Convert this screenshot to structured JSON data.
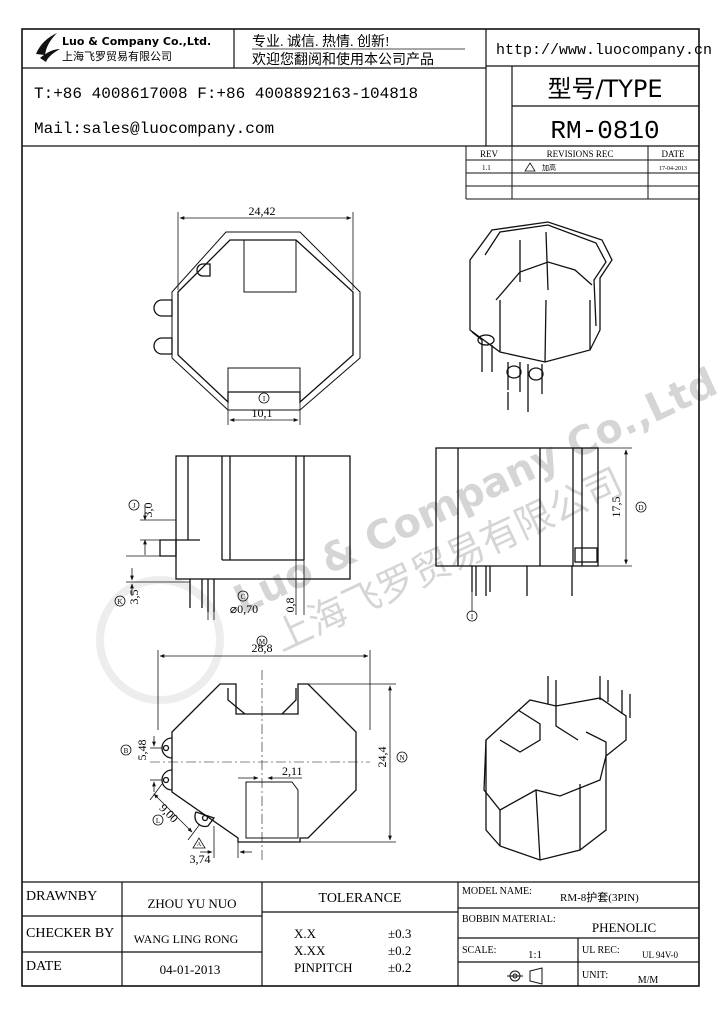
{
  "header": {
    "company_en": "Luo & Company Co.,Ltd.",
    "company_cn": "上海飞罗贸易有限公司",
    "slogan_line1": "专业. 诚信.  热情.  创新!",
    "slogan_line2": "欢迎您翻阅和使用本公司产品",
    "url": "http://www.luocompany.cn",
    "phone_fax": "T:+86 4008617008 F:+86 4008892163-104818",
    "mail": "Mail:sales@luocompany.com",
    "type_label": "型号/TYPE",
    "model": "RM-0810"
  },
  "revision": {
    "headers": [
      "REV",
      "REVISIONS REC",
      "DATE"
    ],
    "rows": [
      [
        "1.1",
        "加高",
        "17-04-2013"
      ]
    ]
  },
  "watermark": {
    "en": "Luo & Company Co.,Ltd.",
    "cn": "上海飞罗贸易有限公司"
  },
  "dimensions": {
    "top_width": "24,42",
    "top_tab": "10,1",
    "side_3": "3,0",
    "side_35": "3,5",
    "side_pin": "⌀0,70",
    "side_08": "0,8",
    "height": "17,5",
    "bottom_width": "28,8",
    "bottom_height": "24,4",
    "bottom_211": "2,11",
    "bottom_548": "5,48",
    "bottom_900": "9,00",
    "bottom_374": "3,74"
  },
  "markers": {
    "I": "I",
    "J": "J",
    "K": "K",
    "C": "C",
    "D": "D",
    "M": "M",
    "N": "N",
    "B": "B",
    "L": "L",
    "A": "A"
  },
  "title_block": {
    "drawnby_label": "DRAWNBY",
    "drawnby_value": "ZHOU YU NUO",
    "checker_label": "CHECKER BY",
    "checker_value": "WANG LING RONG",
    "date_label": "DATE",
    "date_value": "04-01-2013",
    "tolerance_label": "TOLERANCE",
    "tol_rows": [
      [
        "X.X",
        "±0.3"
      ],
      [
        "X.XX",
        "±0.2"
      ],
      [
        "PINPITCH",
        "±0.2"
      ]
    ],
    "model_name_label": "MODEL NAME:",
    "model_name_value": "RM-8护套(3PIN)",
    "bobbin_label": "BOBBIN MATERIAL:",
    "bobbin_value": "PHENOLIC",
    "scale_label": "SCALE:",
    "scale_value": "1:1",
    "ul_label": "UL REC:",
    "ul_value": "UL 94V-0",
    "unit_label": "UNIT:",
    "unit_value": "M/M"
  }
}
